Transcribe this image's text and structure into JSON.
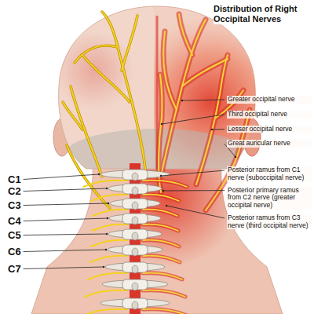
{
  "diagram": {
    "title": "Distribution of Right Occipital Nerves",
    "labels": [
      "Greater occipital nerve",
      "Third occipital nerve",
      "Lesser occipital nerve",
      "Great auricular nerve",
      "Posterior ramus from C1 nerve (suboccipital nerve)",
      "Posterior primary ramus from C2 nerve (greater occipital nerve)",
      "Posterior ramus from C3 nerve (third occipital nerve)",
      "C1",
      "C2",
      "C3",
      "C4",
      "C5",
      "C6",
      "C7"
    ]
  }
}
